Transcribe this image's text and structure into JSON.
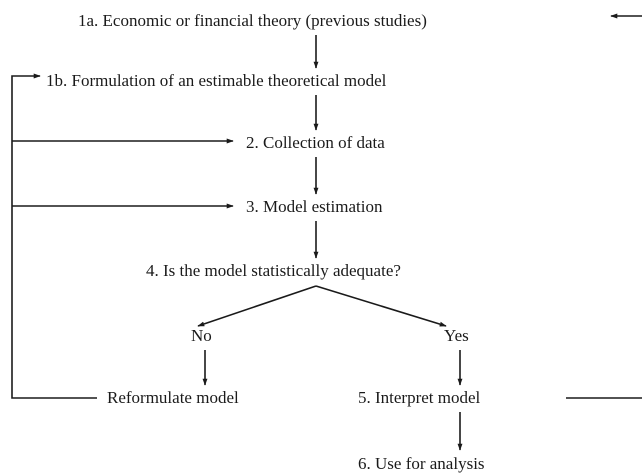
{
  "colors": {
    "ink": "#1a1a1a",
    "background": "#ffffff"
  },
  "nodes": {
    "n1a": "1a.  Economic or financial theory (previous studies)",
    "n1b": "1b.  Formulation of an estimable theoretical model",
    "n2": "2. Collection of data",
    "n3": "3. Model estimation",
    "n4": "4.  Is the model statistically adequate?",
    "no": "No",
    "yes": "Yes",
    "reformulate": "Reformulate model",
    "n5": "5. Interpret model",
    "n6": "6. Use for analysis"
  }
}
